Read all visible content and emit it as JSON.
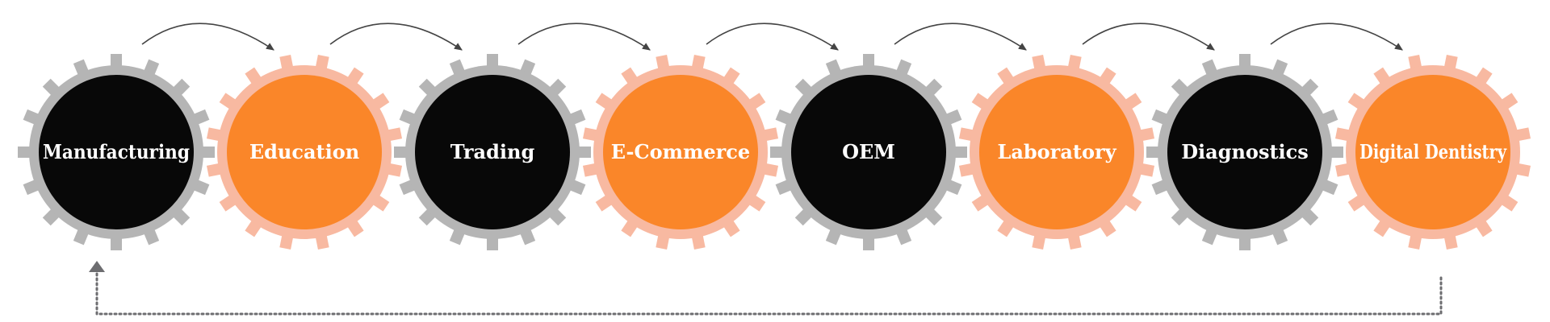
{
  "colors": {
    "dark_fill": "#080808",
    "dark_ring": "#b5b5b5",
    "orange_fill": "#fa8629",
    "orange_ring": "#f8b9a1",
    "label": "#ffffff",
    "arrows": "#444444",
    "feedback_arrow": "#6d6d70"
  },
  "gears": [
    {
      "label": "Manufacturing",
      "theme": "dark"
    },
    {
      "label": "Education",
      "theme": "orange"
    },
    {
      "label": "Trading",
      "theme": "dark"
    },
    {
      "label": "E-Commerce",
      "theme": "orange"
    },
    {
      "label": "OEM",
      "theme": "dark"
    },
    {
      "label": "Laboratory",
      "theme": "orange"
    },
    {
      "label": "Diagnostics",
      "theme": "dark"
    },
    {
      "label": "Digital Dentistry",
      "theme": "orange"
    }
  ],
  "flow": {
    "sequence_arrows": "curved-arrow",
    "feedback_loop": {
      "from": "Digital Dentistry",
      "to": "Manufacturing",
      "style": "dotted"
    }
  }
}
